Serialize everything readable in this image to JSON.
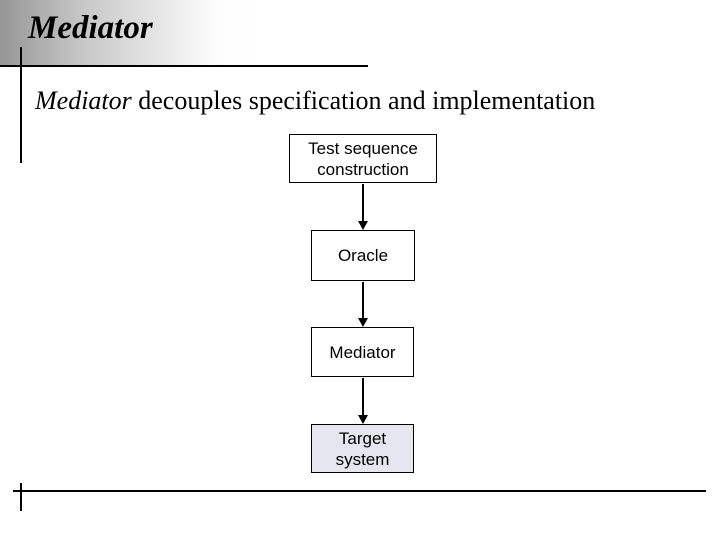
{
  "slide": {
    "title": "Mediator",
    "subtitle": {
      "emphasis": "Mediator",
      "rest": " decouples specification and implementation"
    }
  },
  "diagram": {
    "type": "flowchart",
    "direction": "top-to-bottom",
    "nodes": [
      {
        "id": "test-sequence-construction",
        "label": "Test sequence\nconstruction",
        "fill": "#ffffff"
      },
      {
        "id": "oracle",
        "label": "Oracle",
        "fill": "#ffffff"
      },
      {
        "id": "mediator",
        "label": "Mediator",
        "fill": "#ffffff"
      },
      {
        "id": "target-system",
        "label": "Target\nsystem",
        "fill": "#e6e6f0"
      }
    ],
    "edges": [
      {
        "from": "test-sequence-construction",
        "to": "oracle",
        "style": "solid-arrow"
      },
      {
        "from": "oracle",
        "to": "mediator",
        "style": "solid-arrow"
      },
      {
        "from": "mediator",
        "to": "target-system",
        "style": "solid-arrow"
      }
    ]
  },
  "colors": {
    "background": "#ffffff",
    "band_gray": "#969696",
    "line": "#000000",
    "text": "#000000",
    "target_system_fill": "#e6e6f0"
  }
}
